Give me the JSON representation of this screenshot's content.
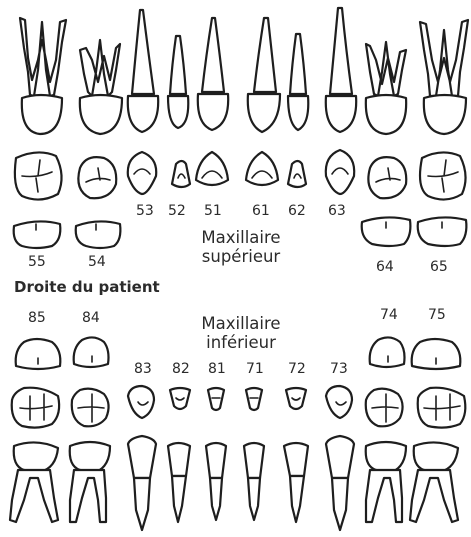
{
  "upper": {
    "title_line1": "Maxillaire",
    "title_line2": "supérieur"
  },
  "lower": {
    "title_line1": "Maxillaire",
    "title_line2": "inférieur"
  },
  "side_label": "Droite du patient",
  "tooth_numbers": {
    "t55": "55",
    "t54": "54",
    "t53": "53",
    "t52": "52",
    "t51": "51",
    "t61": "61",
    "t62": "62",
    "t63": "63",
    "t64": "64",
    "t65": "65",
    "t85": "85",
    "t84": "84",
    "t74": "74",
    "t75": "75",
    "t83": "83",
    "t82": "82",
    "t81": "81",
    "t71": "71",
    "t72": "72",
    "t73": "73"
  }
}
